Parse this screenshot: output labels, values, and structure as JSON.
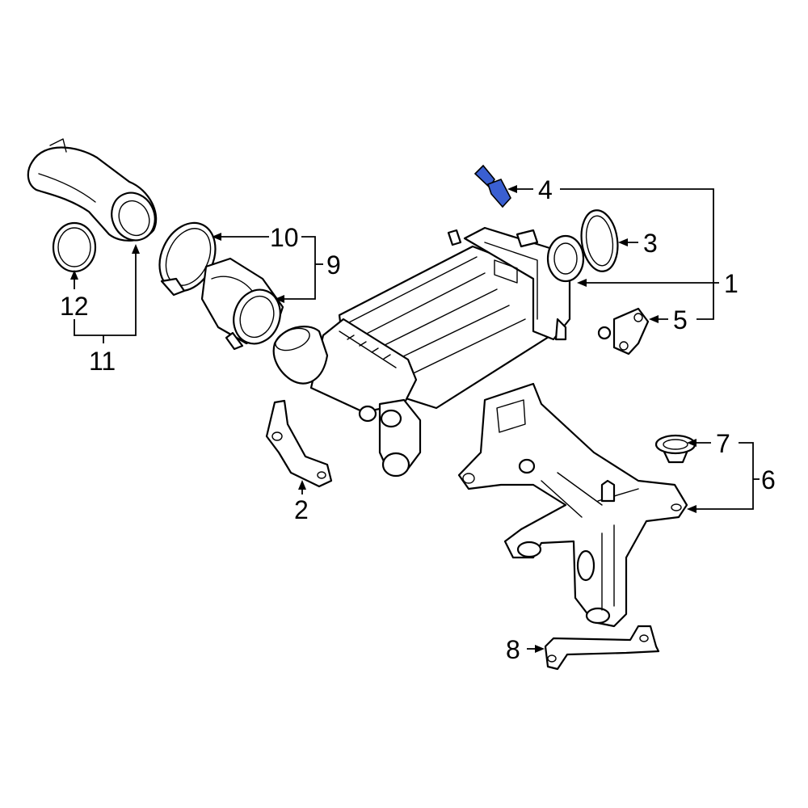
{
  "diagram": {
    "highlight_color": "#3a5fd1",
    "highlighted_part": "4",
    "callouts": {
      "c1": "1",
      "c2": "2",
      "c3": "3",
      "c4": "4",
      "c5": "5",
      "c6": "6",
      "c7": "7",
      "c8": "8",
      "c9": "9",
      "c10": "10",
      "c11": "11",
      "c12": "12"
    }
  }
}
